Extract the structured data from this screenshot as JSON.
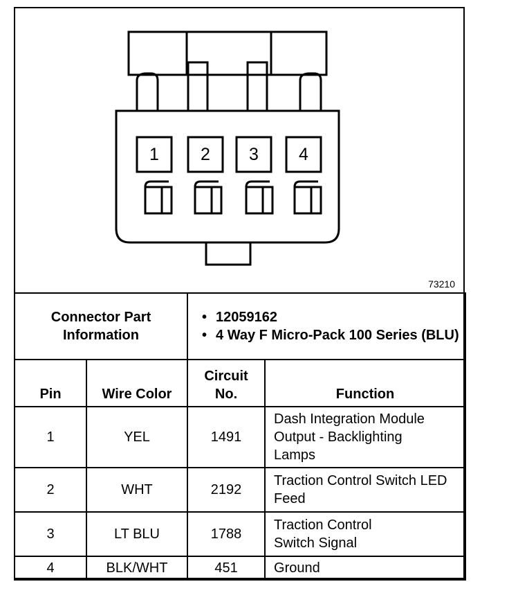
{
  "figure": {
    "pins": [
      "1",
      "2",
      "3",
      "4"
    ],
    "figure_code": "73210"
  },
  "connector_info": {
    "label": "Connector Part Information",
    "items": [
      "12059162",
      "4 Way F Micro-Pack 100 Series (BLU)"
    ]
  },
  "table": {
    "headers": {
      "pin": "Pin",
      "wire_color": "Wire Color",
      "circuit": "Circuit No.",
      "function": "Function"
    },
    "rows": [
      {
        "pin": "1",
        "wire_color": "YEL",
        "circuit": "1491",
        "function": "Dash Integration Module Output - Backlighting Lamps"
      },
      {
        "pin": "2",
        "wire_color": "WHT",
        "circuit": "2192",
        "function": "Traction Control Switch LED Feed"
      },
      {
        "pin": "3",
        "wire_color": "LT BLU",
        "circuit": "1788",
        "function": "Traction Control Switch Signal"
      },
      {
        "pin": "4",
        "wire_color": "BLK/WHT",
        "circuit": "451",
        "function": "Ground"
      }
    ]
  }
}
